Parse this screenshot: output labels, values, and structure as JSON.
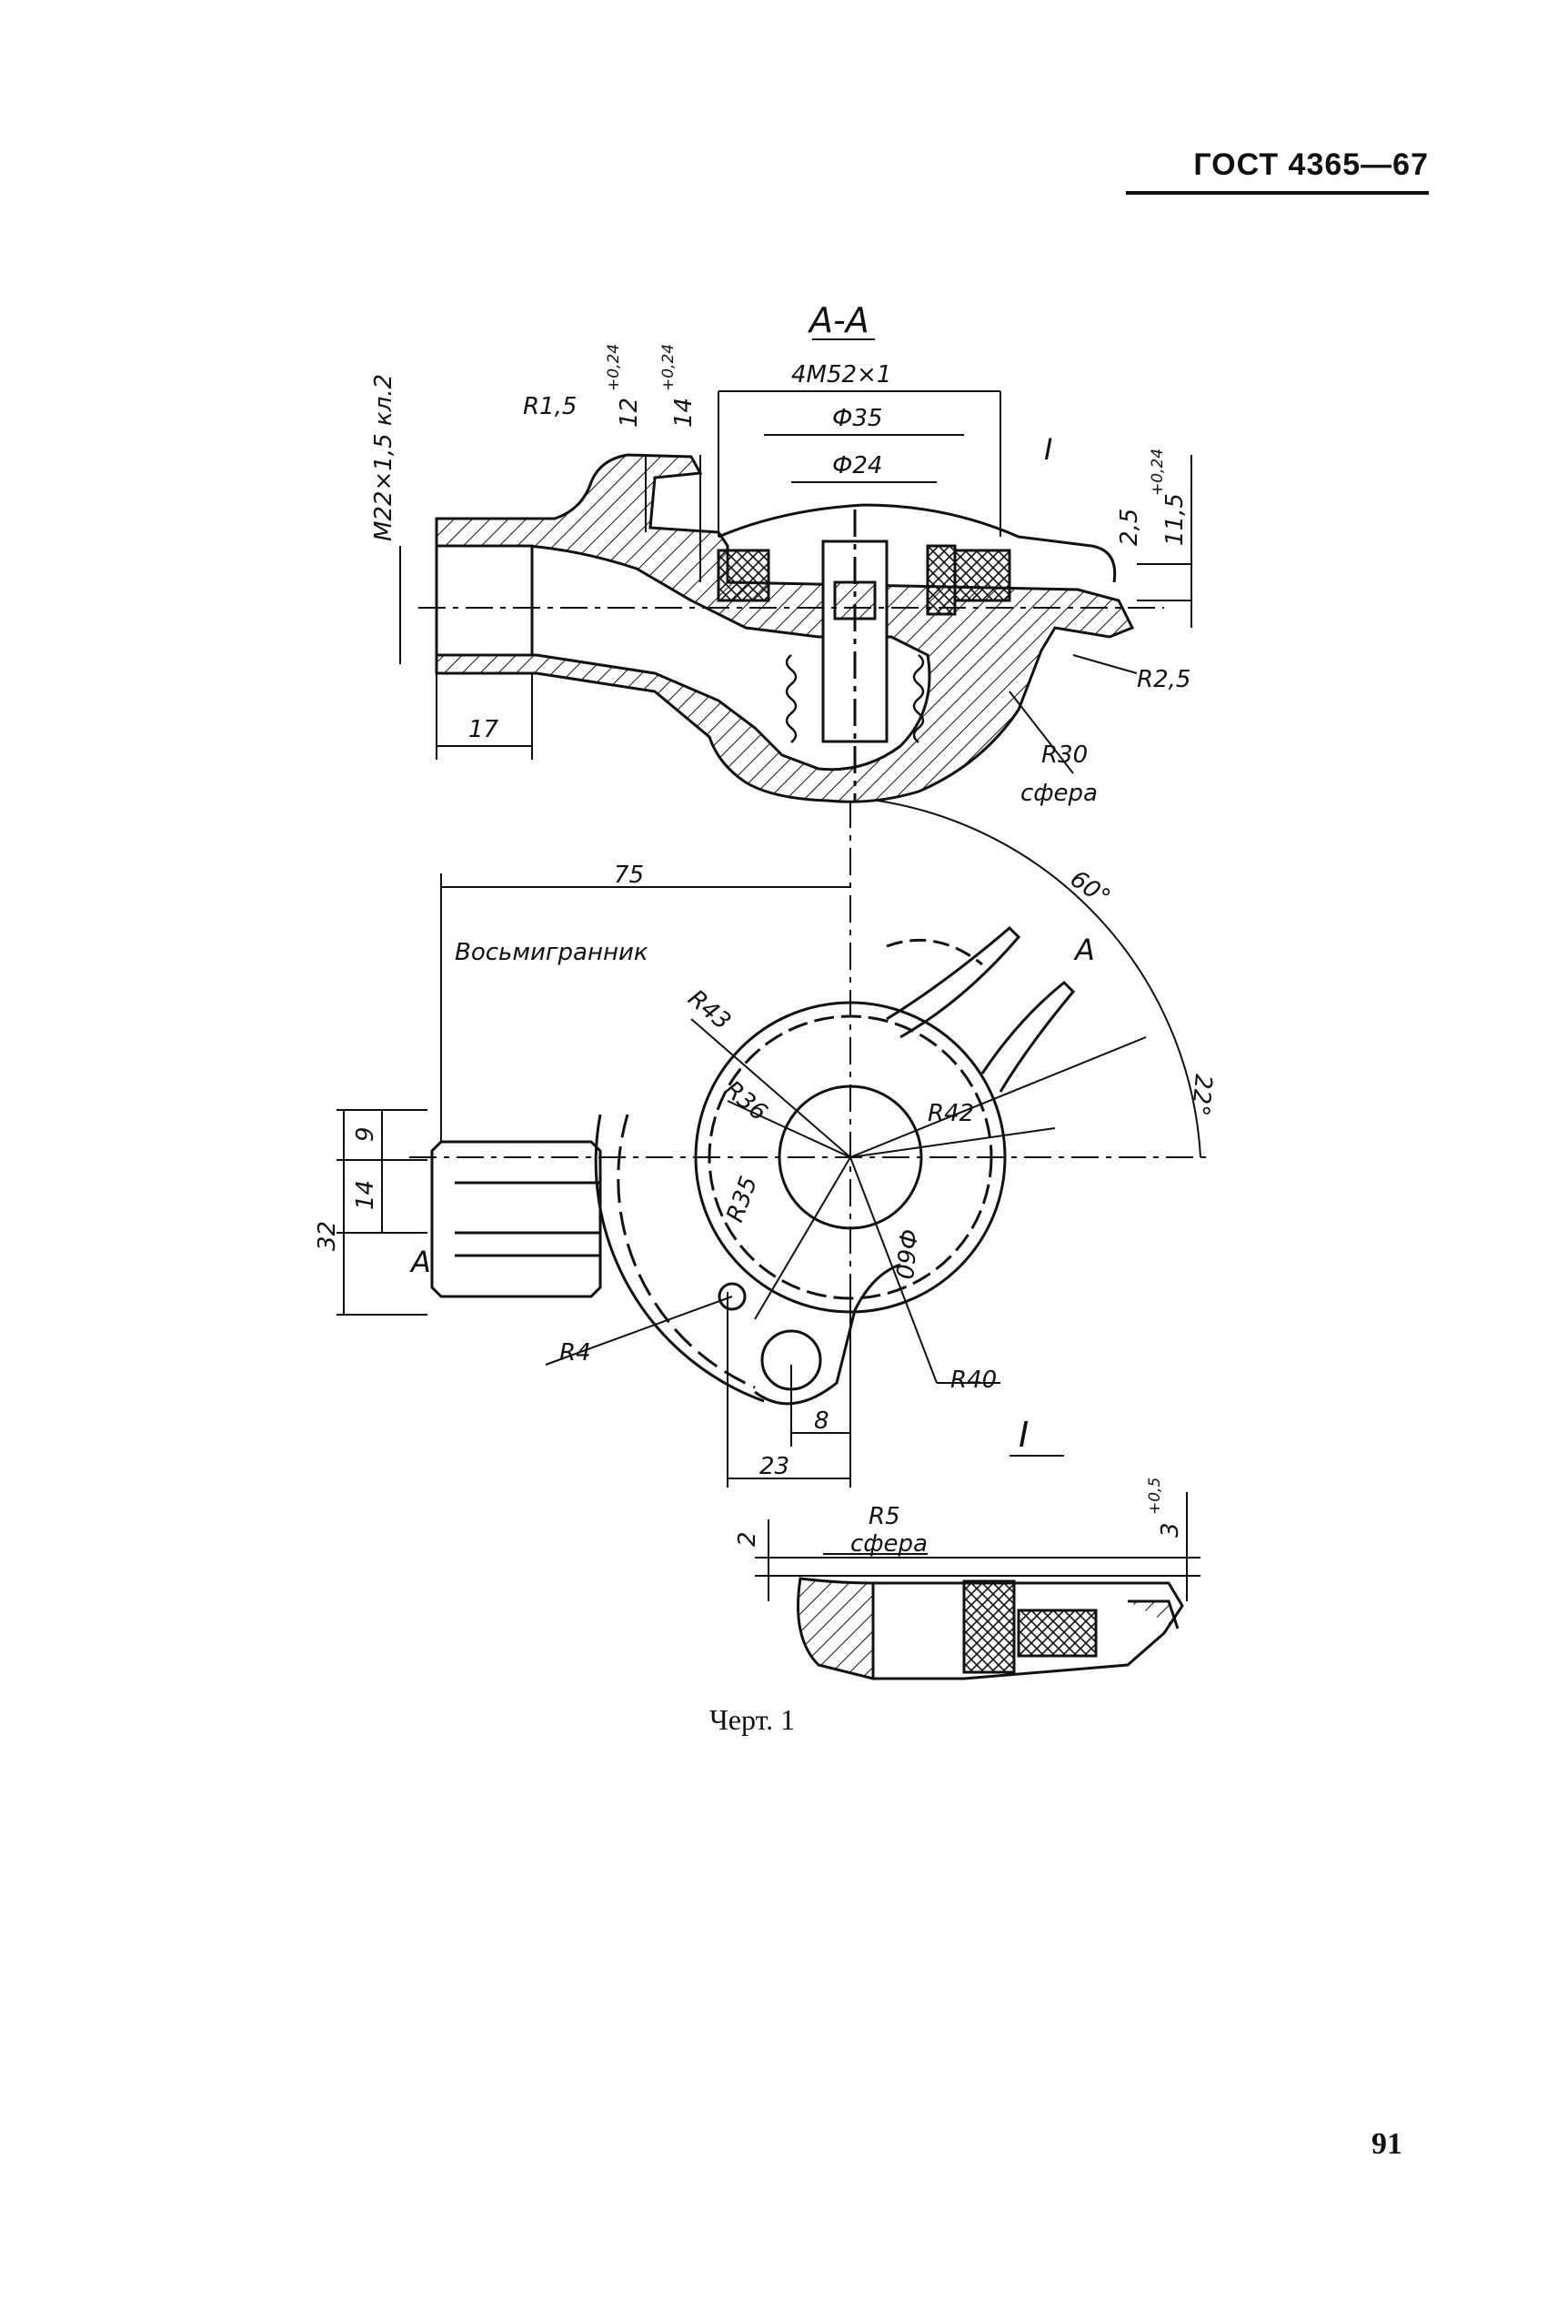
{
  "header": {
    "standard": "ГОСТ 4365—67"
  },
  "drawing": {
    "section_title": "А-А",
    "labels": {
      "thread_pipe": "М22×1,5 кл.2",
      "r_1_5": "R1,5",
      "dim_12": "12",
      "tol_12": "+0,24",
      "dim_14": "14",
      "tol_14": "+0,24",
      "thread_4m52": "4М52×1",
      "d35": "Ф35",
      "d24": "Ф24",
      "detail_mark": "I",
      "dim_2_5": "2,5",
      "dim_11_5": "11,5",
      "tol_11_5": "+0,24",
      "r_2_5": "R2,5",
      "r30": "R30",
      "sphere": "сфера",
      "dim_17": "17",
      "dim_75": "75",
      "angle_60": "60°",
      "angle_22": "22°",
      "octagon": "Восьмигранник",
      "section_mark": "А",
      "r43": "R43",
      "r36": "R36",
      "r42": "R42",
      "r35": "R35",
      "d60": "Ф60",
      "dim_9": "9",
      "dim_14b": "14",
      "dim_32": "32",
      "r4": "R4",
      "r40": "R40",
      "dim_8": "8",
      "dim_23": "23",
      "detail_view": "I",
      "r5": "R5",
      "sphere2": "сфера",
      "dim_2": "2",
      "dim_3": "3",
      "tol_3": "+0,5"
    }
  },
  "caption": "Черт. 1",
  "page_number": "91"
}
